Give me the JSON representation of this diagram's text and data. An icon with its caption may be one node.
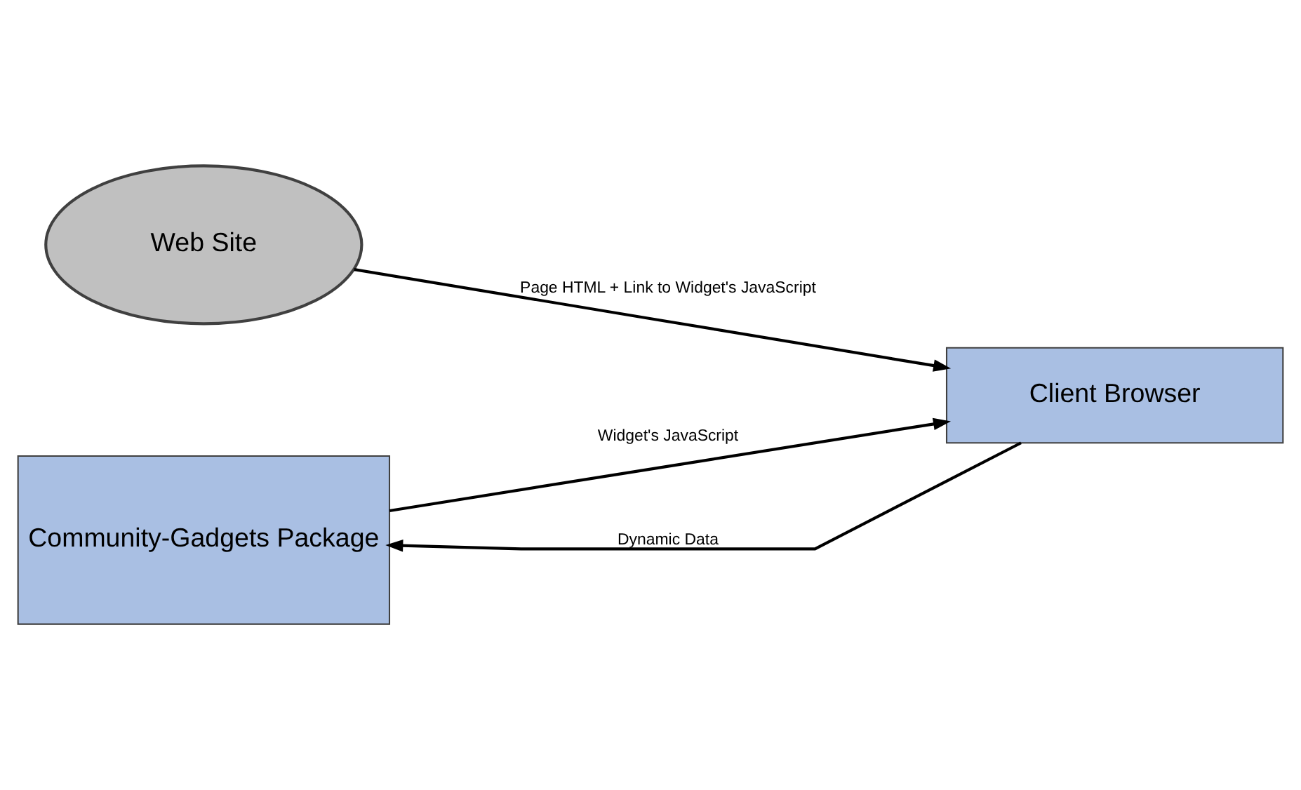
{
  "diagram": {
    "nodes": [
      {
        "text": [
          "Web Site"
        ]
      },
      {
        "text": [
          "Client Browser"
        ]
      },
      {
        "text": [
          "Community-Gadgets Package"
        ]
      }
    ],
    "edges": [
      {
        "from": 0,
        "to": 1,
        "arrow": "to",
        "label": "Page HTML + Link to Widget's JavaScript"
      },
      {
        "from": 1,
        "to": 2,
        "arrow": "to",
        "label": "Dynamic Data"
      },
      {
        "from": 2,
        "to": 1,
        "arrow": "to",
        "label": "Widget's JavaScript"
      }
    ]
  }
}
